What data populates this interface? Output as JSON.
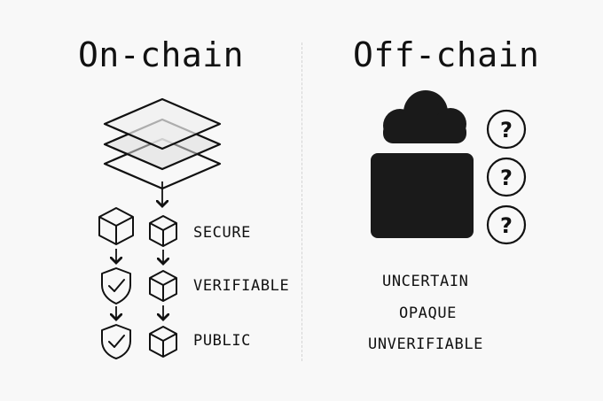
{
  "onchain": {
    "title": "On-chain",
    "labels": [
      "SECURE",
      "VERIFIABLE",
      "PUBLIC"
    ]
  },
  "offchain": {
    "title": "Off-chain",
    "labels": [
      "UNCERTAIN",
      "OPAQUE",
      "UNVERIFIABLE"
    ],
    "question_marks": [
      "?",
      "?",
      "?"
    ]
  },
  "colors": {
    "background": "#f8f8f8",
    "ink": "#111111",
    "divider": "#d4d4d4"
  },
  "icons": [
    "stacked-layers-icon",
    "cube-icon",
    "shield-check-icon",
    "arrow-down-icon",
    "cloud-icon",
    "black-box-icon",
    "question-circle-icon"
  ]
}
